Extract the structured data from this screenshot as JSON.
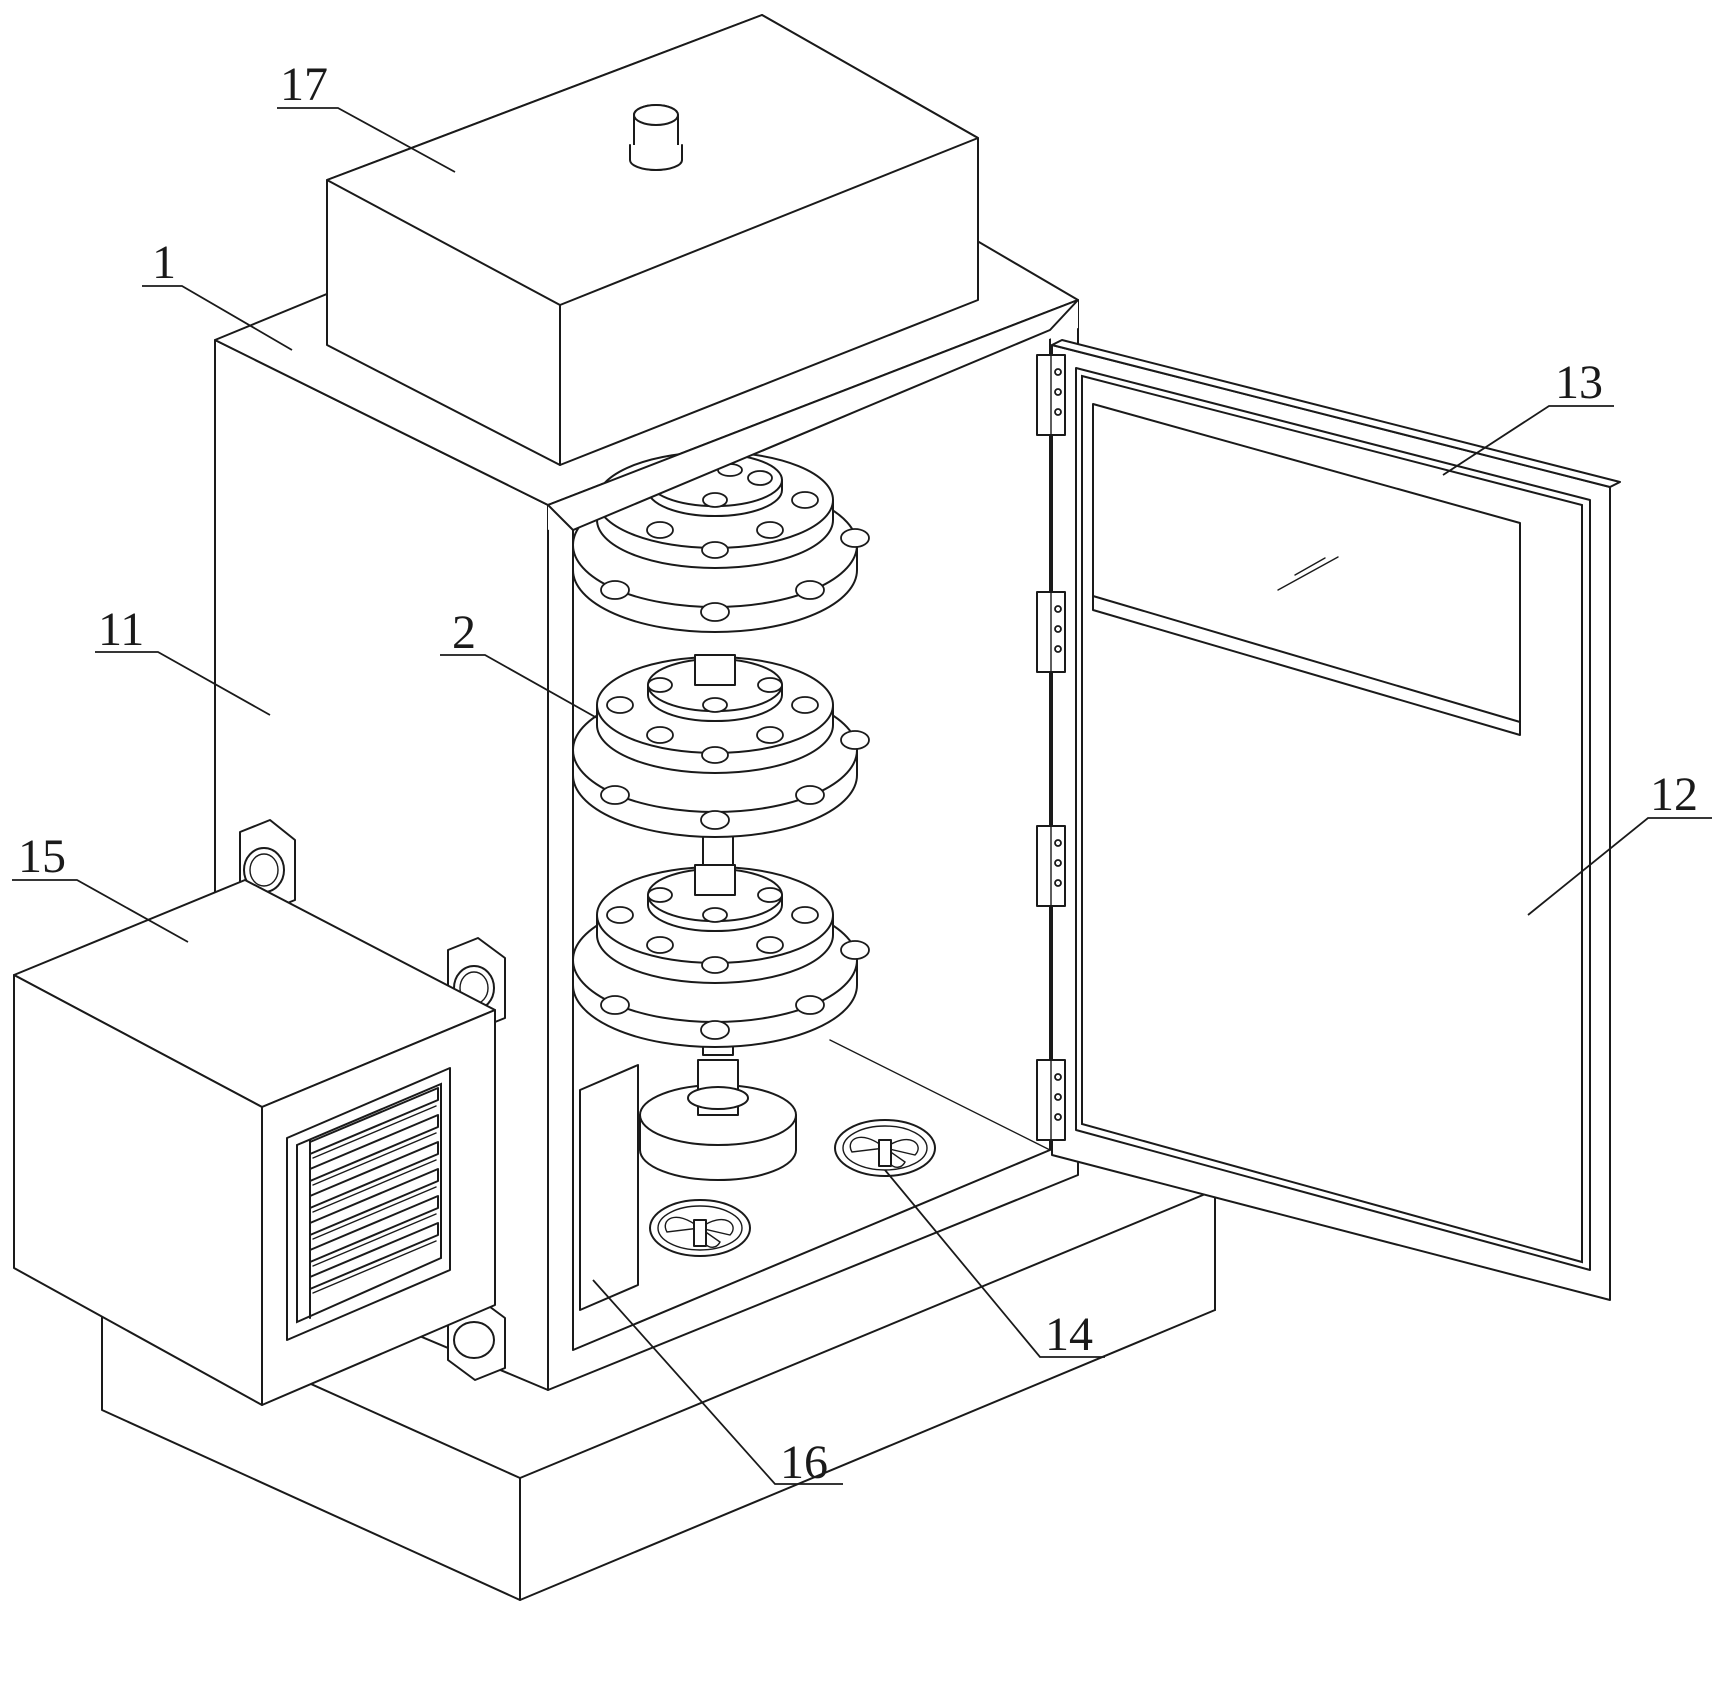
{
  "figure": {
    "type": "patent-drawing",
    "view": "isometric"
  },
  "labels": {
    "cabinet": "1",
    "side_wall": "11",
    "door": "12",
    "window": "13",
    "fans": "14",
    "side_box": "15",
    "inner_column": "16",
    "top_tank": "17",
    "rack": "2"
  },
  "colors": {
    "line": "#1a1a1a",
    "background": "#ffffff"
  }
}
